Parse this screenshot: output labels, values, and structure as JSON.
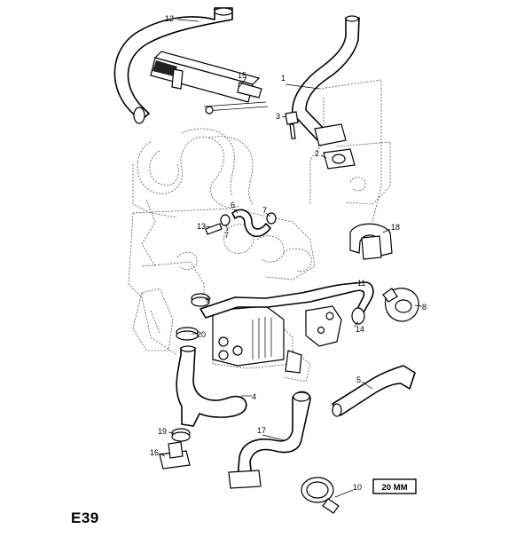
{
  "sheet_code": "E39",
  "callouts": {
    "c1": "1",
    "c2": "2",
    "c3": "3",
    "c4": "4",
    "c5": "5",
    "c6": "6",
    "c7a": "7",
    "c7b": "7",
    "c8": "8",
    "c9": "9",
    "c10": "10",
    "c11": "11",
    "c12": "12",
    "c13": "13",
    "c14": "14",
    "c15": "15",
    "c16": "16",
    "c17": "17",
    "c18": "18",
    "c19": "19",
    "c20": "20"
  },
  "clamp_size_label": "20 MM"
}
